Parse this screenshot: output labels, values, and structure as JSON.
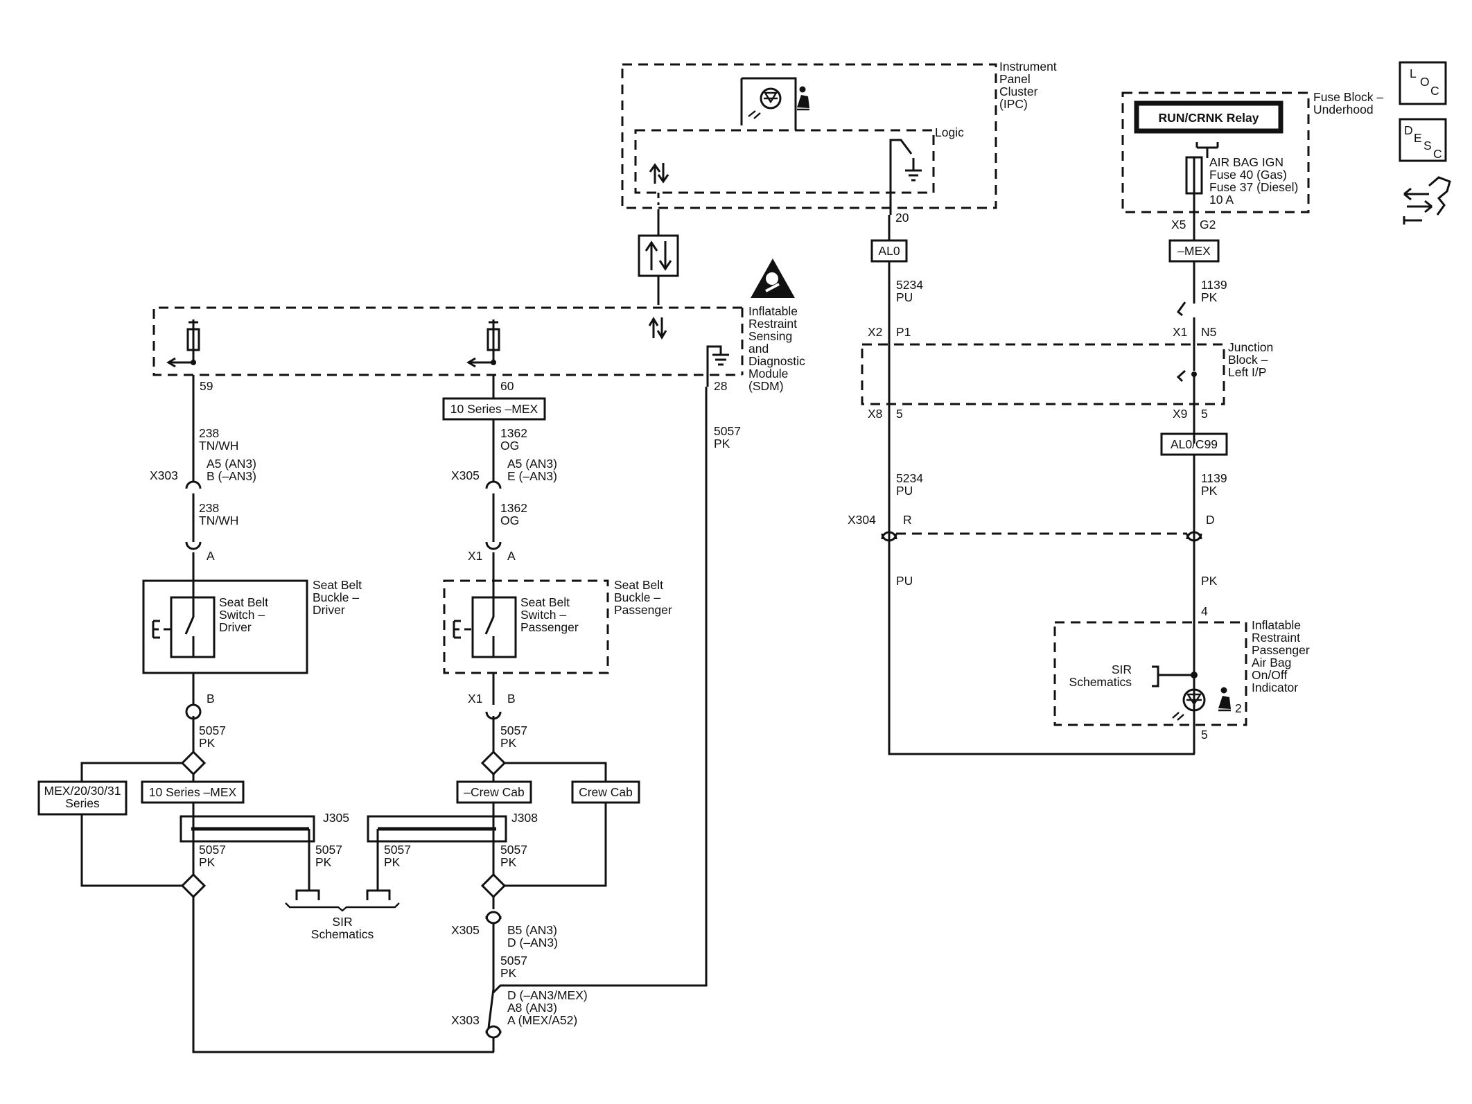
{
  "ipc": {
    "title": [
      "Instrument",
      "Panel",
      "Cluster",
      "(IPC)"
    ],
    "logic": "Logic",
    "pin": "20"
  },
  "fuse_block": {
    "title": [
      "Fuse Block –",
      "Underhood"
    ],
    "relay": "RUN/CRNK Relay",
    "fuse": [
      "AIR BAG IGN",
      "Fuse 40 (Gas)",
      "Fuse 37 (Diesel)",
      "10 A"
    ],
    "conn": "X5",
    "pin": "G2"
  },
  "side_icons": {
    "loc": [
      "L",
      "O",
      "C"
    ],
    "desc": [
      "D",
      "E",
      "S",
      "C"
    ],
    "tool_icon": "tool-icon"
  },
  "sdm": {
    "title": [
      "Inflatable",
      "Restraint",
      "Sensing",
      "and",
      "Diagnostic",
      "Module",
      "(SDM)"
    ],
    "pins": [
      "59",
      "60",
      "28"
    ]
  },
  "option_boxes": {
    "al0": "AL0",
    "mex_top": "–MEX",
    "al0_c99": "AL0/C99",
    "ten_series_top": "10 Series –MEX",
    "mex_series": [
      "MEX/20/30/31",
      "Series"
    ],
    "ten_series_left": "10 Series –MEX",
    "no_crew_cab": "–Crew Cab",
    "crew_cab": "Crew Cab"
  },
  "wires": {
    "w5234_pu": [
      "5234",
      "PU"
    ],
    "w1139_pk": [
      "1139",
      "PK"
    ],
    "w238_tnwh": [
      "238",
      "TN/WH"
    ],
    "w1362_og": [
      "1362",
      "OG"
    ],
    "w5057_pk": [
      "5057",
      "PK"
    ],
    "pu": "PU",
    "pk": "PK"
  },
  "connectors": {
    "x2": "X2",
    "p1": "P1",
    "x1": "X1",
    "n5": "N5",
    "x8": "X8",
    "x9": "X9",
    "five": "5",
    "x304": "X304",
    "r": "R",
    "d": "D",
    "x303": "X303",
    "x305": "X305",
    "a5_an3": "A5 (AN3)",
    "b_an3": "B (–AN3)",
    "e_an3": "E (–AN3)",
    "a": "A",
    "b": "B",
    "b5_an3": "B5 (AN3)",
    "d_an3": "D (–AN3)",
    "d_an3_mex": "D (–AN3/MEX)",
    "a8_an3": "A8 (AN3)",
    "a_mex_a52": "A (MEX/A52)",
    "four": "4",
    "j305": "J305",
    "j308": "J308"
  },
  "components": {
    "junction_block": [
      "Junction",
      "Block –",
      "Left I/P"
    ],
    "buckle_driver": [
      "Seat Belt",
      "Buckle –",
      "Driver"
    ],
    "switch_driver": [
      "Seat Belt",
      "Switch –",
      "Driver"
    ],
    "buckle_passenger": [
      "Seat Belt",
      "Buckle –",
      "Passenger"
    ],
    "switch_passenger": [
      "Seat Belt",
      "Switch –",
      "Passenger"
    ],
    "indicator": [
      "Inflatable",
      "Restraint",
      "Passenger",
      "Air Bag",
      "On/Off",
      "Indicator"
    ],
    "sir_schematics": [
      "SIR",
      "Schematics"
    ],
    "indicator_sub": "2"
  }
}
